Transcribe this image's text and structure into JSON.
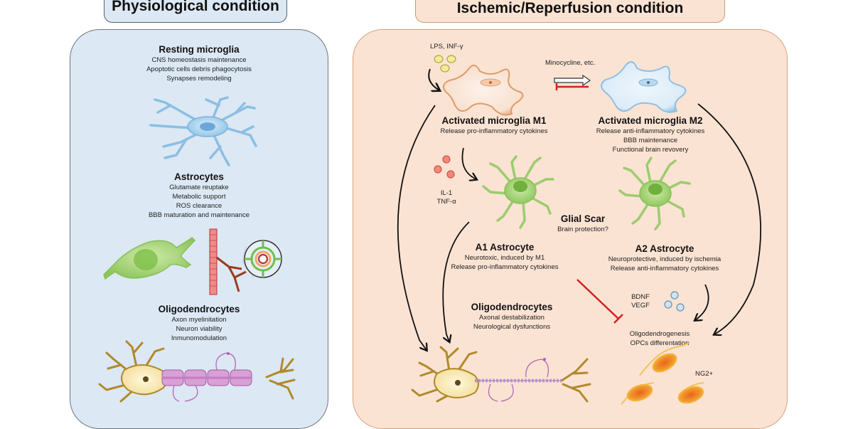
{
  "headers": {
    "left": "Physiological condition",
    "right": "Ischemic/Reperfusion condition"
  },
  "physiological": {
    "microglia": {
      "title": "Resting microglia",
      "lines": [
        "CNS homeostasis maintenance",
        "Apoptotic cells debris phagocytosis",
        "Synapses remodeling"
      ]
    },
    "astrocytes": {
      "title": "Astrocytes",
      "lines": [
        "Glutamate reuptake",
        "Metabolic support",
        "ROS clearance",
        "BBB maturation and maintenance"
      ]
    },
    "oligodendrocytes": {
      "title": "Oligodendrocytes",
      "lines": [
        "Axon myelinitation",
        "Neuron viability",
        "Inmunomodulation"
      ]
    }
  },
  "ischemic": {
    "stimulus_label": "LPS, INF-γ",
    "treatment_label": "Minocycline, etc.",
    "m1": {
      "title": "Activated microglia M1",
      "lines": [
        "Release pro-inflammatory cytokines"
      ]
    },
    "m2": {
      "title": "Activated microglia M2",
      "lines": [
        "Release anti-inflammatory cytokines",
        "BBB maintenance",
        "Functional brain revovery"
      ]
    },
    "cytokines": [
      "IL-1",
      "TNF-α"
    ],
    "glial_scar": {
      "title": "Glial Scar",
      "lines": [
        "Brain protection?"
      ]
    },
    "a1": {
      "title": "A1 Astrocyte",
      "lines": [
        "Neurotoxic, induced by M1",
        "Release pro-inflammatory cytokines"
      ]
    },
    "a2": {
      "title": "A2 Astrocyte",
      "lines": [
        "Neuroprotective, induced by ischemia",
        "Release anti-inflammatory cytokines"
      ]
    },
    "growth_factors": [
      "BDNF",
      "VEGF"
    ],
    "oligodendrocytes": {
      "title": "Oligodendrocytes",
      "lines": [
        "Axonal destabilization",
        "Neurological dysfunctions"
      ]
    },
    "regeneration": {
      "lines": [
        "Oligodendrogenesis",
        "OPCs differentation"
      ]
    },
    "opc_label": "NG2+"
  },
  "colors": {
    "left_bg": "#dce8f4",
    "right_bg": "#fbe3d3",
    "inhibit_red": "#d42020",
    "microglia_blue": "#9cc9e8",
    "astro_green": "#a6d27a",
    "opc_orange": "#f29a2e",
    "myelin_pink": "#d9a0d6"
  }
}
